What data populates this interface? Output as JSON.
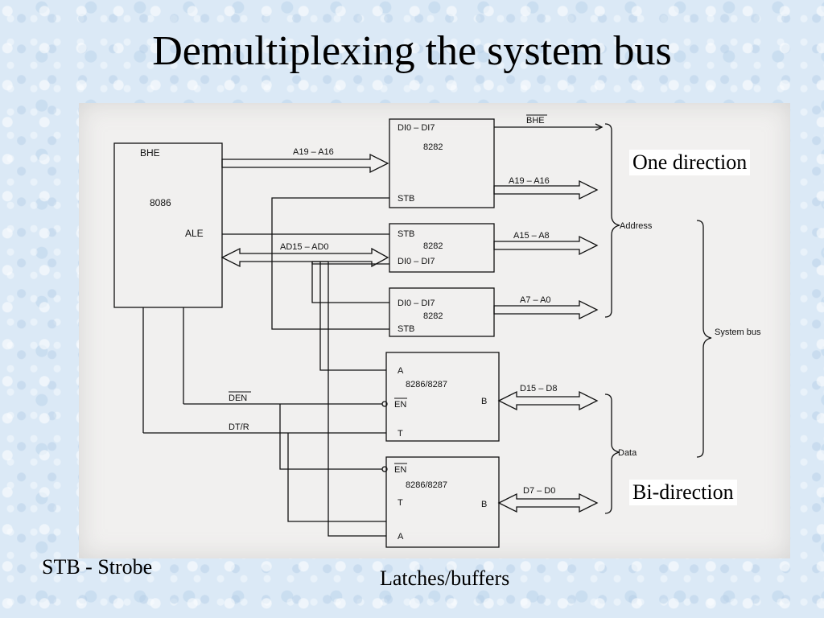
{
  "slide": {
    "title": "Demultiplexing the system bus",
    "annotation_one_direction": "One direction",
    "annotation_bi_direction": "Bi-direction",
    "caption_stb": "STB - Strobe",
    "caption_latches": "Latches/buffers"
  },
  "diagram": {
    "cpu": {
      "name": "8086",
      "bhe": "BHE",
      "ale": "ALE"
    },
    "latch1": {
      "name": "8282",
      "di": "DI0 – DI7",
      "stb": "STB"
    },
    "latch2": {
      "name": "8282",
      "stb": "STB",
      "di": "DI0 – DI7"
    },
    "latch3": {
      "name": "8282",
      "di": "DI0 – DI7",
      "stb": "STB"
    },
    "transceiver1": {
      "name": "8286/8287",
      "a": "A",
      "en": "EN",
      "t": "T",
      "b": "B"
    },
    "transceiver2": {
      "name": "8286/8287",
      "en": "EN",
      "t": "T",
      "b": "B",
      "a": "A"
    },
    "signals": {
      "a19_a16": "A19 – A16",
      "ad15_ad0": "AD15 – AD0",
      "den": "DEN",
      "dt_r": "DT/R",
      "bhe_out": "BHE",
      "a19_a16_out": "A19 – A16",
      "a15_a8": "A15 – A8",
      "a7_a0": "A7 – A0",
      "d15_d8": "D15 – D8",
      "d7_d0": "D7 – D0"
    },
    "buses": {
      "address": "Address",
      "data": "Data",
      "system_bus": "System bus"
    }
  }
}
